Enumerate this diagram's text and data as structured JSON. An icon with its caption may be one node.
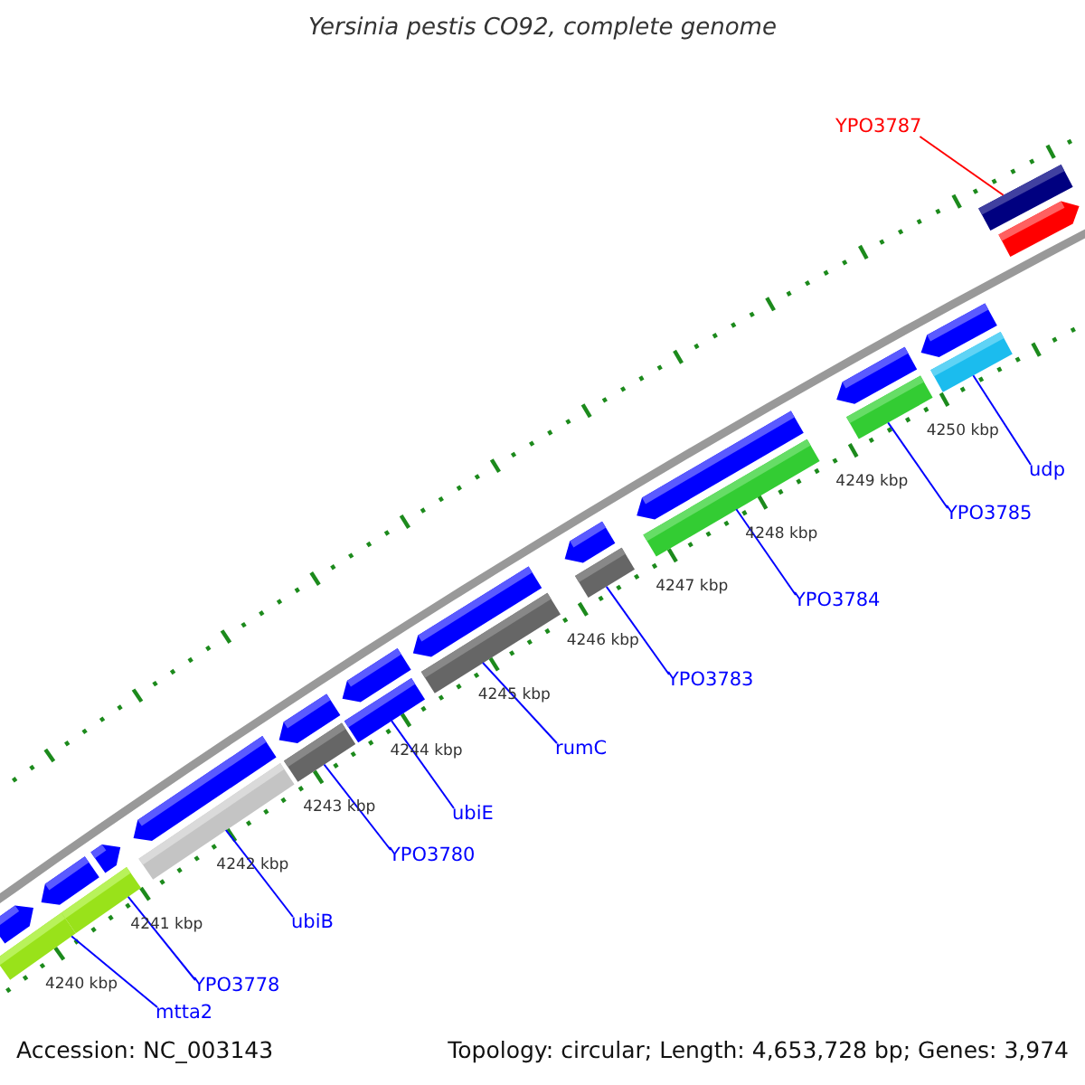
{
  "diagram": {
    "title": "Yersinia pestis CO92, complete genome",
    "nodes": [
      {
        "text": [
          "YPO3787"
        ]
      },
      {
        "text": [
          "mtta2"
        ]
      },
      {
        "text": [
          "YPO3778"
        ]
      },
      {
        "text": [
          "ubiB"
        ]
      },
      {
        "text": [
          "YPO3780"
        ]
      },
      {
        "text": [
          "ubiE"
        ]
      },
      {
        "text": [
          "rumC"
        ]
      },
      {
        "text": [
          "YPO3783"
        ]
      },
      {
        "text": [
          "YPO3784"
        ]
      },
      {
        "text": [
          "YPO3785"
        ]
      },
      {
        "text": [
          "udp"
        ]
      },
      {
        "text": [],
        "shape": "pentagon"
      },
      {
        "text": [],
        "shape": "pentagon"
      },
      {
        "text": [],
        "shape": "pentagon"
      },
      {
        "text": [],
        "shape": "pentagon"
      },
      {
        "text": [],
        "shape": "pentagon"
      },
      {
        "text": [],
        "shape": "pentagon"
      },
      {
        "text": [],
        "shape": "pentagon"
      },
      {
        "text": [],
        "shape": "pentagon"
      },
      {
        "text": [],
        "shape": "pentagon"
      },
      {
        "text": [],
        "shape": "pentagon"
      },
      {
        "text": [],
        "shape": "pentagon"
      },
      {
        "text": [],
        "shape": "bar"
      },
      {
        "text": [],
        "shape": "bar"
      },
      {
        "text": [],
        "shape": "bar"
      },
      {
        "text": [],
        "shape": "bar"
      },
      {
        "text": [],
        "shape": "bar"
      },
      {
        "text": [],
        "shape": "bar"
      },
      {
        "text": [],
        "shape": "bar"
      },
      {
        "text": [],
        "shape": "bar"
      },
      {
        "text": [],
        "shape": "bar"
      },
      {
        "text": [],
        "shape": "bar"
      },
      {
        "text": [],
        "shape": "pentagon"
      },
      {
        "text": [],
        "shape": "bar"
      }
    ],
    "edges": [
      {
        "from": 0,
        "to": 33,
        "arrow": "none",
        "color": "#ff0000"
      },
      {
        "from": 1,
        "to": 22,
        "arrow": "none"
      },
      {
        "from": 2,
        "to": 23,
        "arrow": "none"
      },
      {
        "from": 3,
        "to": 24,
        "arrow": "none"
      },
      {
        "from": 4,
        "to": 25,
        "arrow": "none"
      },
      {
        "from": 5,
        "to": 26,
        "arrow": "none"
      },
      {
        "from": 6,
        "to": 27,
        "arrow": "none"
      },
      {
        "from": 7,
        "to": 28,
        "arrow": "none"
      },
      {
        "from": 8,
        "to": 29,
        "arrow": "none"
      },
      {
        "from": 9,
        "to": 30,
        "arrow": "none"
      },
      {
        "from": 10,
        "to": 31,
        "arrow": "none"
      }
    ],
    "labels": [
      "4240 kbp",
      "4241 kbp",
      "4242 kbp",
      "4243 kbp",
      "4244 kbp",
      "4245 kbp",
      "4246 kbp",
      "4247 kbp",
      "4248 kbp",
      "4249 kbp",
      "4250 kbp",
      "Accession: NC_003143",
      "Topology: circular; Length: 4,653,728 bp; Genes: 3,974"
    ]
  }
}
